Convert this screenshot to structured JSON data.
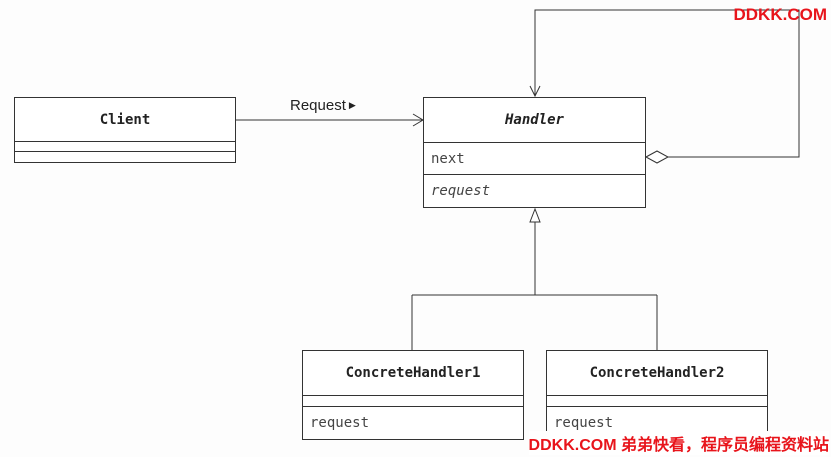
{
  "client": {
    "name": "Client",
    "attributes": "",
    "operations": ""
  },
  "association": {
    "label": "Request",
    "direction_glyph": "▶"
  },
  "handler": {
    "name": "Handler",
    "attributes": "next",
    "operations": "request"
  },
  "concrete_handler_1": {
    "name": "ConcreteHandler1",
    "attributes": "",
    "operations": "request"
  },
  "concrete_handler_2": {
    "name": "ConcreteHandler2",
    "attributes": "",
    "operations": "request"
  },
  "watermark": {
    "top": "DDKK.COM",
    "bottom": "DDKK.COM 弟弟快看，程序员编程资料站"
  },
  "colors": {
    "line": "#333333",
    "watermark": "#e8141b"
  }
}
